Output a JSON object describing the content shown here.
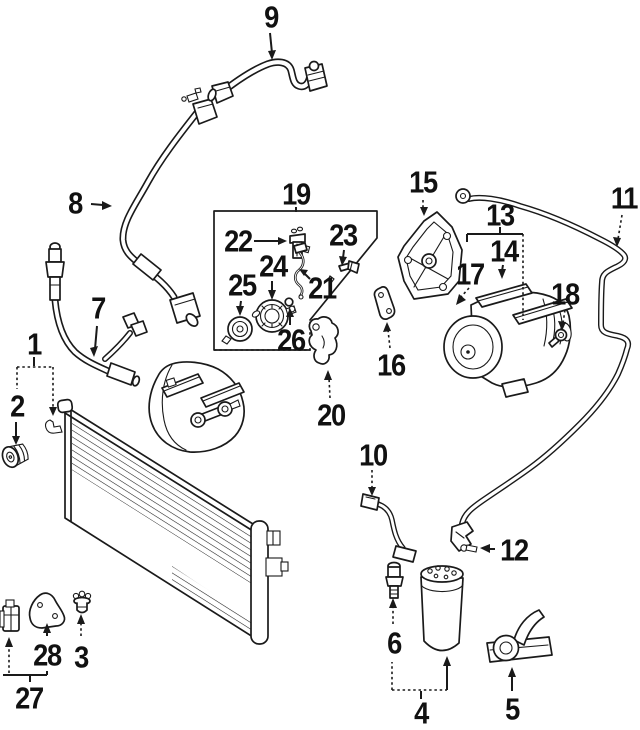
{
  "canvas": {
    "background": "#ffffff",
    "line_color": "#1a1a1a",
    "label_color": "#111111"
  },
  "callouts": {
    "c1": {
      "label": "1"
    },
    "c2": {
      "label": "2"
    },
    "c3": {
      "label": "3"
    },
    "c4": {
      "label": "4"
    },
    "c5": {
      "label": "5"
    },
    "c6": {
      "label": "6"
    },
    "c7": {
      "label": "7"
    },
    "c8": {
      "label": "8"
    },
    "c9": {
      "label": "9"
    },
    "c10": {
      "label": "10"
    },
    "c11": {
      "label": "11"
    },
    "c12": {
      "label": "12"
    },
    "c13": {
      "label": "13"
    },
    "c14": {
      "label": "14"
    },
    "c15": {
      "label": "15"
    },
    "c16": {
      "label": "16"
    },
    "c17": {
      "label": "17"
    },
    "c18": {
      "label": "18"
    },
    "c19": {
      "label": "19"
    },
    "c20": {
      "label": "20"
    },
    "c21": {
      "label": "21"
    },
    "c22": {
      "label": "22"
    },
    "c23": {
      "label": "23"
    },
    "c24": {
      "label": "24"
    },
    "c25": {
      "label": "25"
    },
    "c26": {
      "label": "26"
    },
    "c27": {
      "label": "27"
    },
    "c28": {
      "label": "28"
    }
  }
}
